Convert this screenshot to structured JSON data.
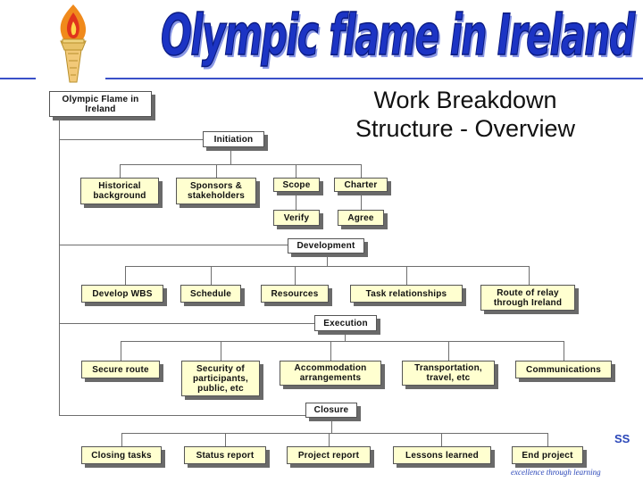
{
  "header": {
    "banner_title": "Olympic flame in Ireland",
    "slide_title_line1": "Work Breakdown",
    "slide_title_line2": "Structure - Overview"
  },
  "wbs": {
    "root": "Olympic Flame in Ireland",
    "initiation": {
      "label": "Initiation",
      "children": [
        "Historical background",
        "Sponsors & stakeholders",
        "Scope",
        "Charter"
      ],
      "sub_children": [
        "Verify",
        "Agree"
      ]
    },
    "development": {
      "label": "Development",
      "children": [
        "Develop WBS",
        "Schedule",
        "Resources",
        "Task relationships",
        "Route of relay through Ireland"
      ]
    },
    "execution": {
      "label": "Execution",
      "children": [
        "Secure route",
        "Security of participants, public, etc",
        "Accommodation arrangements",
        "Transportation, travel, etc",
        "Communications"
      ]
    },
    "closure": {
      "label": "Closure",
      "children": [
        "Closing tasks",
        "Status report",
        "Project report",
        "Lessons learned",
        "End project"
      ]
    }
  },
  "footer": {
    "logo_fragment": "SS",
    "logo_tagline": "excellence through learning"
  },
  "colors": {
    "banner_blue": "#1c34c4",
    "task_box_fill": "#ffffd0",
    "phase_box_fill": "#ffffff",
    "rule_blue": "#3a50c8"
  },
  "icons": [
    "torch-logo-icon"
  ]
}
